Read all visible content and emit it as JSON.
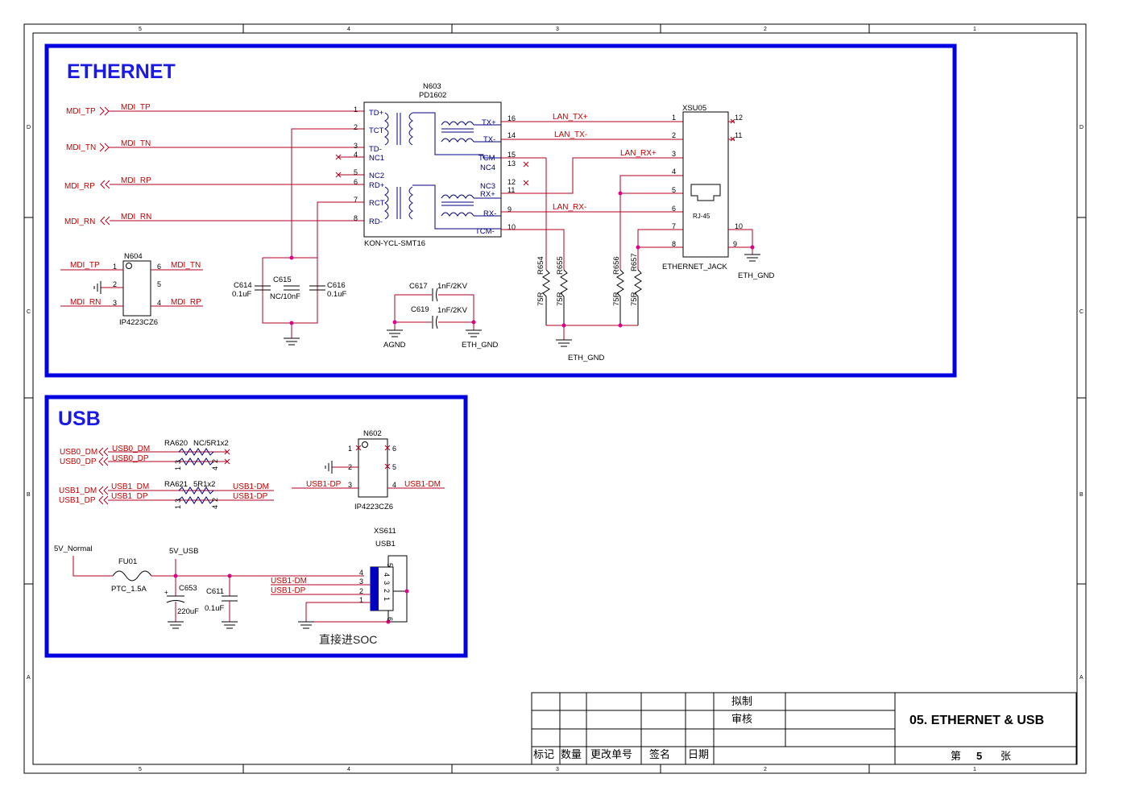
{
  "border": {
    "columns": [
      "5",
      "4",
      "3",
      "2",
      "1"
    ],
    "rows": [
      "D",
      "C",
      "B",
      "A"
    ]
  },
  "ethernet": {
    "title": "ETHERNET",
    "transformer": {
      "ref": "N603",
      "value": "PD1602",
      "footprint": "KON-YCL-SMT16",
      "left_pins": [
        {
          "num": "1",
          "name": "TD+"
        },
        {
          "num": "2",
          "name": "TCT"
        },
        {
          "num": "3",
          "name": "TD-"
        },
        {
          "num": "4",
          "name": "NC1"
        },
        {
          "num": "5",
          "name": "NC2"
        },
        {
          "num": "6",
          "name": "RD+"
        },
        {
          "num": "7",
          "name": "RCT"
        },
        {
          "num": "8",
          "name": "RD-"
        }
      ],
      "right_pins": [
        {
          "num": "16",
          "name": "TX+"
        },
        {
          "num": "14",
          "name": "TX-"
        },
        {
          "num": "15",
          "name": "TCM"
        },
        {
          "num": "13",
          "name": "NC4"
        },
        {
          "num": "12",
          "name": "NC3"
        },
        {
          "num": "11",
          "name": "RX+"
        },
        {
          "num": "9",
          "name": "RX-"
        },
        {
          "num": "10",
          "name": "TCM-"
        }
      ]
    },
    "ports": [
      "MDI_TP",
      "MDI_TN",
      "MDI_RP",
      "MDI_RN"
    ],
    "nets": [
      "MDI_TP",
      "MDI_TN",
      "MDI_RP",
      "MDI_RN"
    ],
    "lan_nets": [
      "LAN_TX+",
      "LAN_TX-",
      "LAN_RX+",
      "LAN_RX-"
    ],
    "connector": {
      "ref": "XSU05",
      "name": "ETHERNET_JACK",
      "jack_label": "RJ-45",
      "left_pins": [
        "1",
        "2",
        "3",
        "4",
        "5",
        "6",
        "7",
        "8"
      ],
      "right_pins": [
        "12",
        "11",
        "10",
        "9"
      ]
    },
    "tvs": {
      "ref": "N604",
      "part": "IP4223CZ6",
      "left_pins": [
        "1",
        "2",
        "3"
      ],
      "right_pins": [
        "6",
        "5",
        "4"
      ],
      "left_nets": [
        "MDI_TP",
        "MDI_RN"
      ],
      "right_nets": [
        "MDI_TN",
        "MDI_RP"
      ]
    },
    "caps": [
      {
        "ref": "C614",
        "value": "0.1uF"
      },
      {
        "ref": "C615",
        "value": "NC/10nF"
      },
      {
        "ref": "C616",
        "value": "0.1uF"
      },
      {
        "ref": "C617",
        "value": "1nF/2KV"
      },
      {
        "ref": "C619",
        "value": "1nF/2KV"
      }
    ],
    "resistors": [
      {
        "ref": "R654",
        "value": "75R"
      },
      {
        "ref": "R655",
        "value": "75R"
      },
      {
        "ref": "R656",
        "value": "75R"
      },
      {
        "ref": "R657",
        "value": "75R"
      }
    ],
    "grounds": {
      "agnd": "AGND",
      "eth_gnd": "ETH_GND"
    }
  },
  "usb": {
    "title": "USB",
    "ports": [
      "USB0_DM",
      "USB0_DP",
      "USB1_DM",
      "USB1_DP"
    ],
    "nets": [
      "USB0_DM",
      "USB0_DP",
      "USB1_DM",
      "USB1_DP"
    ],
    "dash_nets": [
      "USB1-DM",
      "USB1-DP"
    ],
    "ra620": {
      "ref": "RA620",
      "value": "NC/5R1x2",
      "pins": [
        "1",
        "3",
        "2",
        "4"
      ]
    },
    "ra621": {
      "ref": "RA621",
      "value": "5R1x2",
      "pins": [
        "1",
        "3",
        "2",
        "4"
      ]
    },
    "tvs": {
      "ref": "N602",
      "part": "IP4223CZ6",
      "left_pins": [
        "1",
        "2",
        "3"
      ],
      "right_pins": [
        "6",
        "5",
        "4"
      ]
    },
    "fuse": {
      "ref": "FU01",
      "value": "PTC_1.5A"
    },
    "rails": {
      "in": "5V_Normal",
      "out": "5V_USB"
    },
    "c653": {
      "ref": "C653",
      "value": "220uF"
    },
    "c611": {
      "ref": "C611",
      "value": "0.1uF"
    },
    "connector": {
      "ref": "XS611",
      "name": "USB1",
      "pins": [
        "4",
        "3",
        "2",
        "1"
      ],
      "shell": [
        "5",
        "6"
      ],
      "inner": [
        "4",
        "3",
        "2",
        "1"
      ]
    },
    "note": "直接进SOC"
  },
  "title_block": {
    "drawn": "拟制",
    "checked": "审核",
    "headers": [
      "标记",
      "数量",
      "更改单号",
      "签名",
      "日期"
    ],
    "title": "05. ETHERNET & USB",
    "sheet_prefix": "第",
    "sheet_no": "5",
    "sheet_suffix": "张"
  }
}
